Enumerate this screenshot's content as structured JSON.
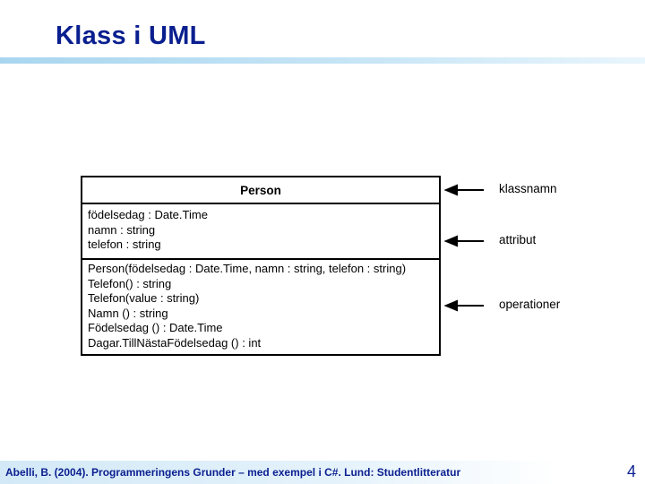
{
  "slide": {
    "title": "Klass i UML",
    "footer": "Abelli, B. (2004). Programmeringens Grunder – med exempel i C#. Lund: Studentlitteratur",
    "page_number": "4"
  },
  "class_box": {
    "name": "Person",
    "attributes": [
      "födelsedag : Date.Time",
      "namn : string",
      "telefon : string"
    ],
    "operations": [
      "Person(födelsedag : Date.Time, namn : string, telefon : string)",
      "Telefon() : string",
      "Telefon(value : string)",
      "Namn () : string",
      "Födelsedag () : Date.Time",
      "Dagar.TillNästaFödelsedag () : int"
    ]
  },
  "annotations": {
    "classname": "klassnamn",
    "attributes": "attribut",
    "operations": "operationer"
  }
}
